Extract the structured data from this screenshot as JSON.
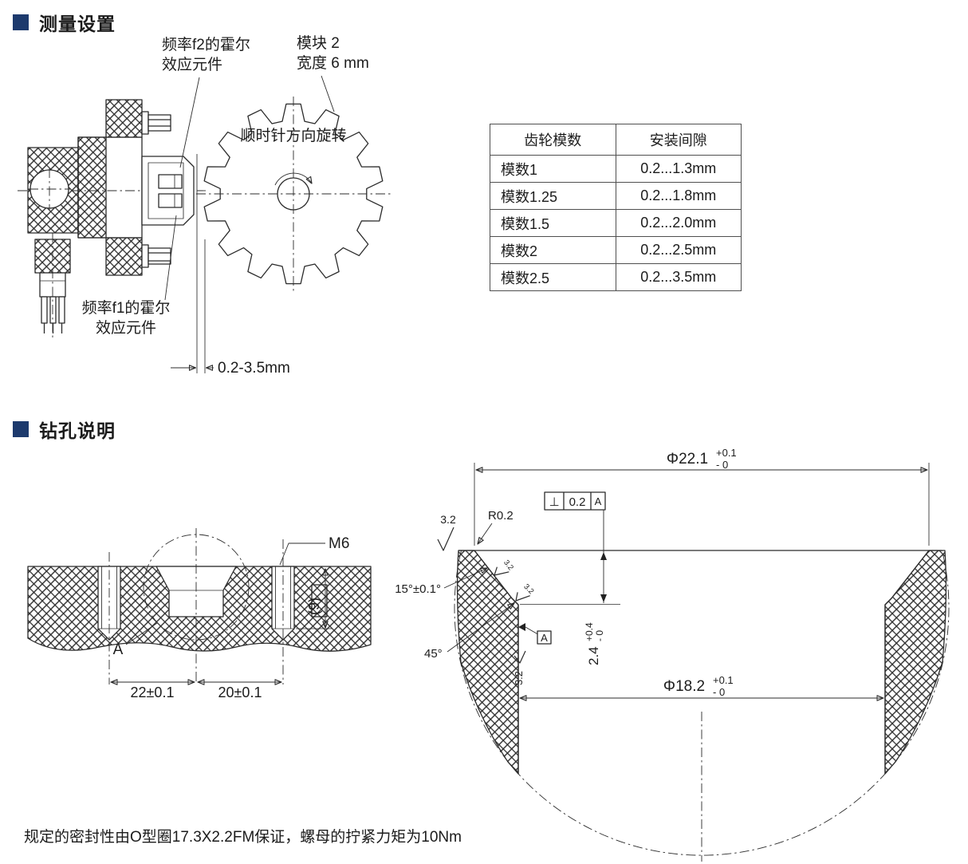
{
  "accent": "#1d3a6d",
  "section1": {
    "title": "测量设置",
    "labels": {
      "f2_line1": "频率f2的霍尔",
      "f2_line2": "效应元件",
      "module_line1": "模块 2",
      "module_line2": "宽度 6 mm",
      "rotation": "顺时针方向旋转",
      "f1_line1": "频率f1的霍尔",
      "f1_line2": "效应元件",
      "gap": "0.2-3.5mm"
    },
    "table": {
      "headers": [
        "齿轮模数",
        "安装间隙"
      ],
      "rows": [
        [
          "模数1",
          "0.2...1.3mm"
        ],
        [
          "模数1.25",
          "0.2...1.8mm"
        ],
        [
          "模数1.5",
          "0.2...2.0mm"
        ],
        [
          "模数2",
          "0.2...2.5mm"
        ],
        [
          "模数2.5",
          "0.2...3.5mm"
        ]
      ]
    }
  },
  "section2": {
    "title": "钻孔说明",
    "left": {
      "thread": "M6",
      "depth": "(9)",
      "detail": "A",
      "dim_left": "22±0.1",
      "dim_right": "20±0.1"
    },
    "right": {
      "dia_outer": "Φ22.1",
      "dia_outer_plus": "+0.1",
      "dia_outer_minus": "- 0",
      "rough_top": "3.2",
      "radius": "R0.2",
      "perp_symbol": "⊥",
      "perp_tol": "0.2",
      "perp_datum": "A",
      "angle_cone": "15°±0.1°",
      "rough_cone": "3.2",
      "rough_chamfer": "3.2",
      "angle_chamfer": "45°",
      "datum_flag": "A",
      "rough_wall": "3.2",
      "depth": "2.4",
      "depth_plus": "+0.4",
      "depth_minus": "- 0",
      "dia_inner": "Φ18.2",
      "dia_inner_plus": "+0.1",
      "dia_inner_minus": "- 0"
    },
    "note": "规定的密封性由O型圈17.3X2.2FM保证，螺母的拧紧力矩为10Nm"
  }
}
